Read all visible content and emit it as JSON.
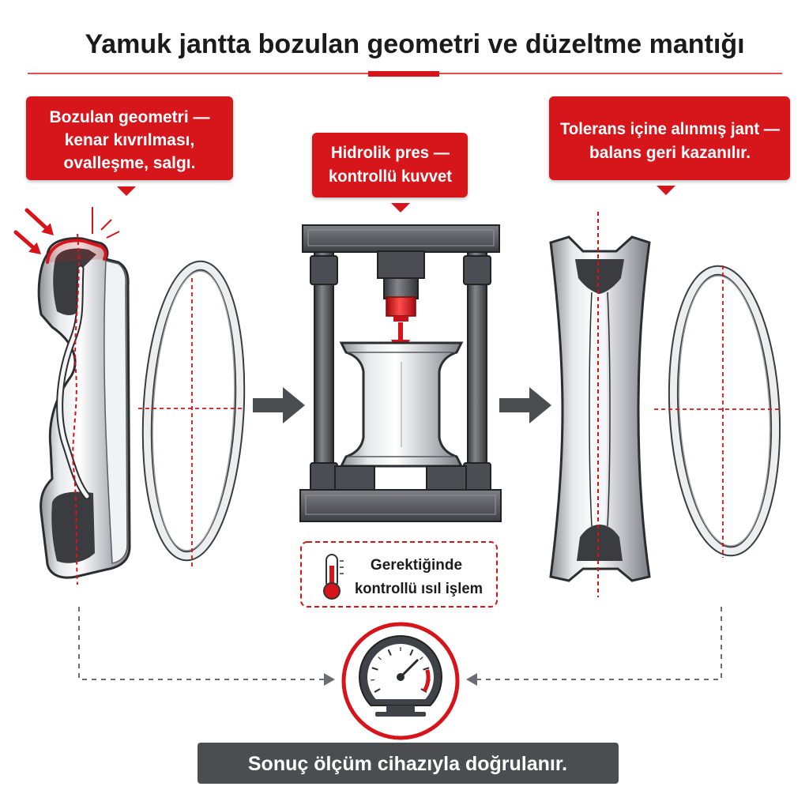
{
  "title": "Yamuk jantta bozulan geometri ve düzeltme mantığı",
  "callouts": {
    "damaged": {
      "lines": [
        "Bozulan geometri —",
        "kenar kıvrılması,",
        "ovalleşme, salgı."
      ]
    },
    "press": {
      "lines": [
        "Hidrolik pres —",
        "kontrollü kuvvet"
      ]
    },
    "corrected": {
      "lines": [
        "Tolerans içine alınmış jant —",
        "balans geri kazanılır."
      ]
    }
  },
  "heat_treatment": {
    "icon": "thermometer-icon",
    "lines": [
      "Gerektiğinde",
      "kontrollü ısıl işlem"
    ]
  },
  "measurement": {
    "icon": "gauge-icon"
  },
  "result": {
    "label": "Sonuç ölçüm cihazıyla doğrulanır."
  },
  "icons": {
    "flow_arrow": "arrow-right-icon",
    "force_arrow": "arrow-down-icon",
    "impact_arrows": "impact-arrow-icon",
    "connector_arrow": "dashed-arrow-icon"
  },
  "colors": {
    "accent": "#d7141a",
    "panel": "#4b4d50",
    "text": "#1b1b1b",
    "metal_dark": "#3a3c40"
  }
}
